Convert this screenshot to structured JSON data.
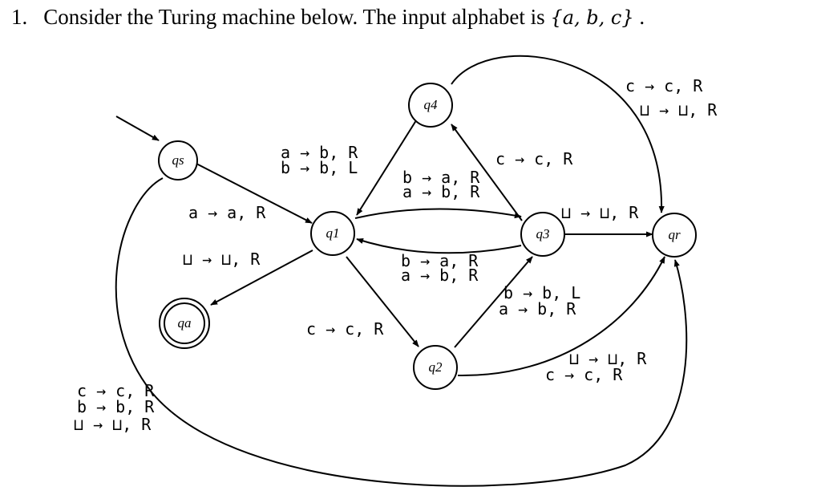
{
  "question": {
    "number": "1.",
    "text": "Consider the Turing machine below. The input alphabet is",
    "alphabet": "{a, b, c}",
    "end": " ."
  },
  "states": {
    "qs": "qs",
    "q1": "q1",
    "q2": "q2",
    "q3": "q3",
    "q4": "q4",
    "qa": "qa",
    "qr": "qr"
  },
  "transitions": {
    "qs_q1": "a → a, R",
    "q4_q1": [
      "a → b, R",
      "b → b, L"
    ],
    "q1_q4": [
      "b → a, R",
      "a → b, R"
    ],
    "q3_q1": [
      "b → a, R",
      "a → b, R"
    ],
    "q1_qa": "⊔ → ⊔, R",
    "q1_q2": "c → c, R",
    "q3_q4": "c → c, R",
    "q3_qr": "⊔ → ⊔, R",
    "q4_qr": [
      "c → c, R",
      "⊔ → ⊔, R"
    ],
    "q2_q3": [
      "b → b, L",
      "a → b, R"
    ],
    "q2_qr": [
      "⊔ → ⊔, R",
      "c → c, R"
    ],
    "qs_qr": [
      "c → c, R",
      "b → b, R",
      "⊔ → ⊔, R"
    ]
  }
}
